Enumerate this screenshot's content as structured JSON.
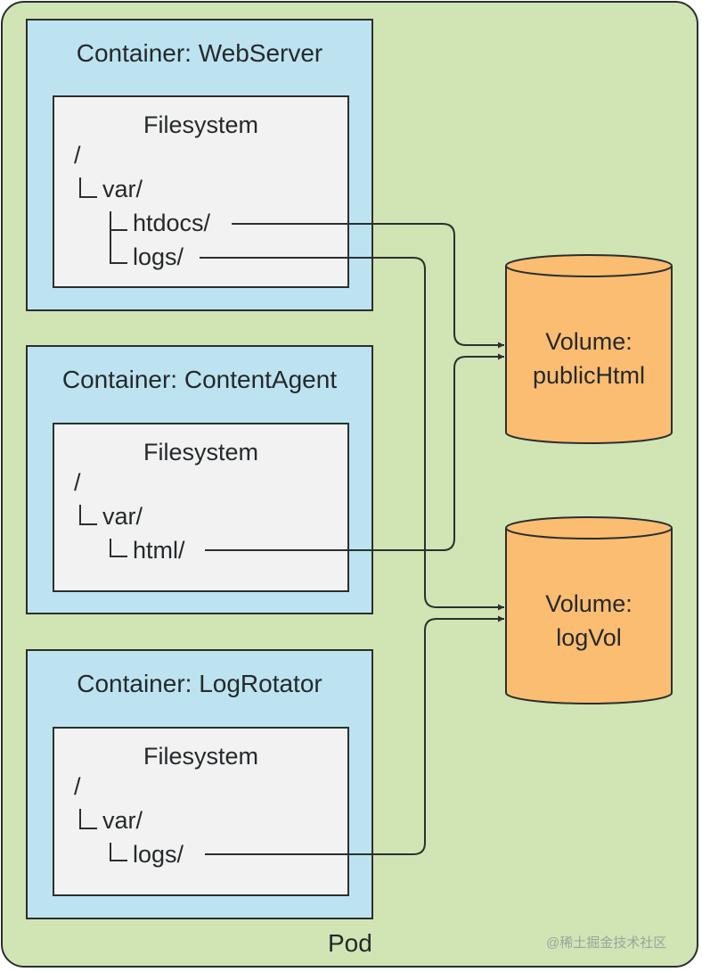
{
  "pod": {
    "label": "Pod"
  },
  "watermark": "@稀土掘金技术社区",
  "containers": [
    {
      "title": "Container: WebServer",
      "filesystem": {
        "title": "Filesystem",
        "root": "/",
        "var": "var/",
        "children": [
          "htdocs/",
          "logs/"
        ]
      }
    },
    {
      "title": "Container: ContentAgent",
      "filesystem": {
        "title": "Filesystem",
        "root": "/",
        "var": "var/",
        "children": [
          "html/"
        ]
      }
    },
    {
      "title": "Container: LogRotator",
      "filesystem": {
        "title": "Filesystem",
        "root": "/",
        "var": "var/",
        "children": [
          "logs/"
        ]
      }
    }
  ],
  "volumes": [
    {
      "line1": "Volume:",
      "line2": "publicHtml"
    },
    {
      "line1": "Volume:",
      "line2": "logVol"
    }
  ],
  "connections": [
    {
      "from": "WebServer:/var/htdocs/",
      "to": "publicHtml"
    },
    {
      "from": "ContentAgent:/var/html/",
      "to": "publicHtml"
    },
    {
      "from": "WebServer:/var/logs/",
      "to": "logVol"
    },
    {
      "from": "LogRotator:/var/logs/",
      "to": "logVol"
    }
  ],
  "colors": {
    "pod_fill": "#d1e4b4",
    "container_fill": "#bde3f1",
    "filesystem_fill": "#f2f2f2",
    "volume_fill": "#fbbd72",
    "stroke": "#2a2f2f"
  }
}
